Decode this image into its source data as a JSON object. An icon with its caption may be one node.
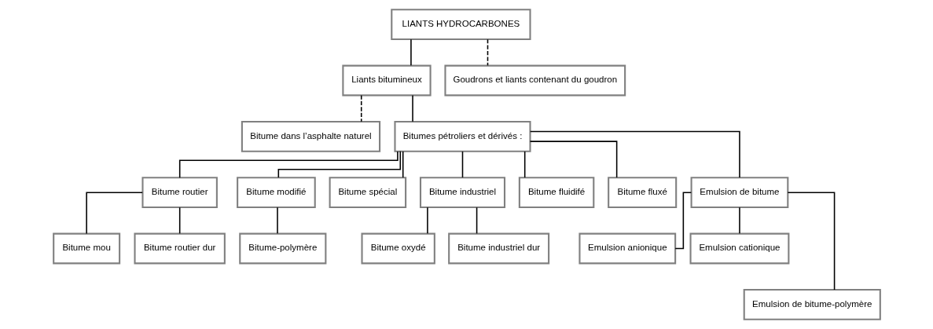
{
  "diagram": {
    "nodes": [
      {
        "text": [
          "LIANTS HYDROCARBONES"
        ]
      },
      {
        "text": [
          "Liants bitumineux"
        ]
      },
      {
        "text": [
          "Goudrons et liants contenant du goudron"
        ]
      },
      {
        "text": [
          "Bitume dans l’asphalte naturel"
        ]
      },
      {
        "text": [
          "Bitumes pétroliers et dérivés :"
        ]
      },
      {
        "text": [
          "Bitume routier"
        ]
      },
      {
        "text": [
          "Bitume modifié"
        ]
      },
      {
        "text": [
          "Bitume spécial"
        ]
      },
      {
        "text": [
          "Bitume industriel"
        ]
      },
      {
        "text": [
          "Bitume fluidifé"
        ]
      },
      {
        "text": [
          "Bitume fluxé"
        ]
      },
      {
        "text": [
          "Emulsion de bitume"
        ]
      },
      {
        "text": [
          "Bitume mou"
        ]
      },
      {
        "text": [
          "Bitume routier dur"
        ]
      },
      {
        "text": [
          "Bitume-polymère"
        ]
      },
      {
        "text": [
          "Bitume oxydé"
        ]
      },
      {
        "text": [
          "Bitume industriel dur"
        ]
      },
      {
        "text": [
          "Emulsion anionique"
        ]
      },
      {
        "text": [
          "Emulsion cationique"
        ]
      },
      {
        "text": [
          "Emulsion de bitume-polymère"
        ]
      }
    ],
    "edges": [
      {
        "from": 0,
        "to": 1,
        "arrow": "none"
      },
      {
        "from": 0,
        "to": 2,
        "arrow": "none",
        "style": "dashed"
      },
      {
        "from": 1,
        "to": 3,
        "arrow": "none",
        "style": "dashed"
      },
      {
        "from": 1,
        "to": 4,
        "arrow": "none"
      },
      {
        "from": 4,
        "to": 5,
        "arrow": "none"
      },
      {
        "from": 4,
        "to": 6,
        "arrow": "none"
      },
      {
        "from": 4,
        "to": 7,
        "arrow": "none"
      },
      {
        "from": 4,
        "to": 8,
        "arrow": "none"
      },
      {
        "from": 4,
        "to": 9,
        "arrow": "none"
      },
      {
        "from": 4,
        "to": 10,
        "arrow": "none"
      },
      {
        "from": 4,
        "to": 11,
        "arrow": "none"
      },
      {
        "from": 5,
        "to": 12,
        "arrow": "none"
      },
      {
        "from": 5,
        "to": 13,
        "arrow": "none"
      },
      {
        "from": 6,
        "to": 14,
        "arrow": "none"
      },
      {
        "from": 8,
        "to": 15,
        "arrow": "none"
      },
      {
        "from": 8,
        "to": 16,
        "arrow": "none"
      },
      {
        "from": 11,
        "to": 17,
        "arrow": "none"
      },
      {
        "from": 11,
        "to": 18,
        "arrow": "none"
      },
      {
        "from": 11,
        "to": 19,
        "arrow": "none"
      }
    ]
  }
}
